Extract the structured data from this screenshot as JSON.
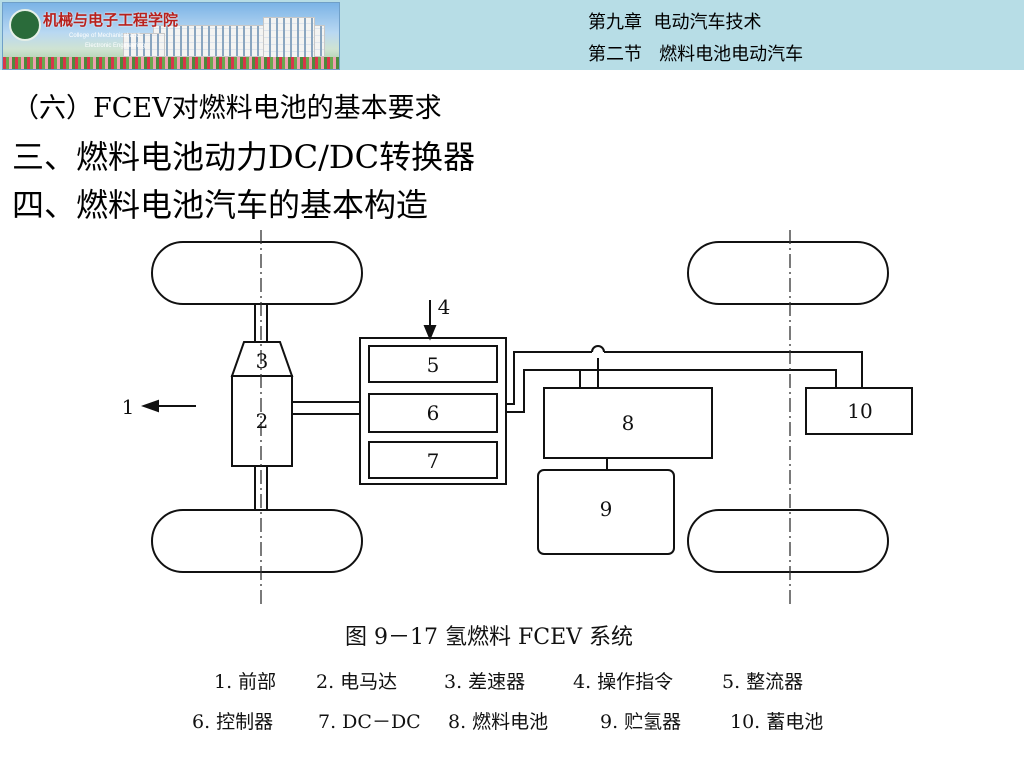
{
  "header": {
    "banner_name": "机械与电子工程学院",
    "banner_en_line1": "College of Mechanical and",
    "banner_en_line2": "Electronic Engineering",
    "chapter": "第九章  电动汽车技术",
    "section": "第二节   燃料电池电动汽车",
    "bg_color": "#b7dde6"
  },
  "headings": {
    "requirements": "（六）FCEV对燃料电池的基本要求",
    "dcdc": "三、燃料电池动力DC/DC转换器",
    "structure": "四、燃料电池汽车的基本构造"
  },
  "diagram": {
    "labels": {
      "front": "1",
      "motor": "2",
      "differential": "3",
      "command": "4",
      "rectifier": "5",
      "controller": "6",
      "dcdc": "7",
      "fuel_cell": "8",
      "hydrogen_tank": "9",
      "battery": "10"
    },
    "caption": "图 9－17   氢燃料 FCEV 系统",
    "legend": [
      [
        "1. 前部",
        "2. 电马达",
        "3. 差速器",
        "4. 操作指令",
        "5. 整流器"
      ],
      [
        "6. 控制器",
        "7. DC－DC",
        "8. 燃料电池",
        "9. 贮氢器",
        "10. 蓄电池"
      ]
    ]
  }
}
